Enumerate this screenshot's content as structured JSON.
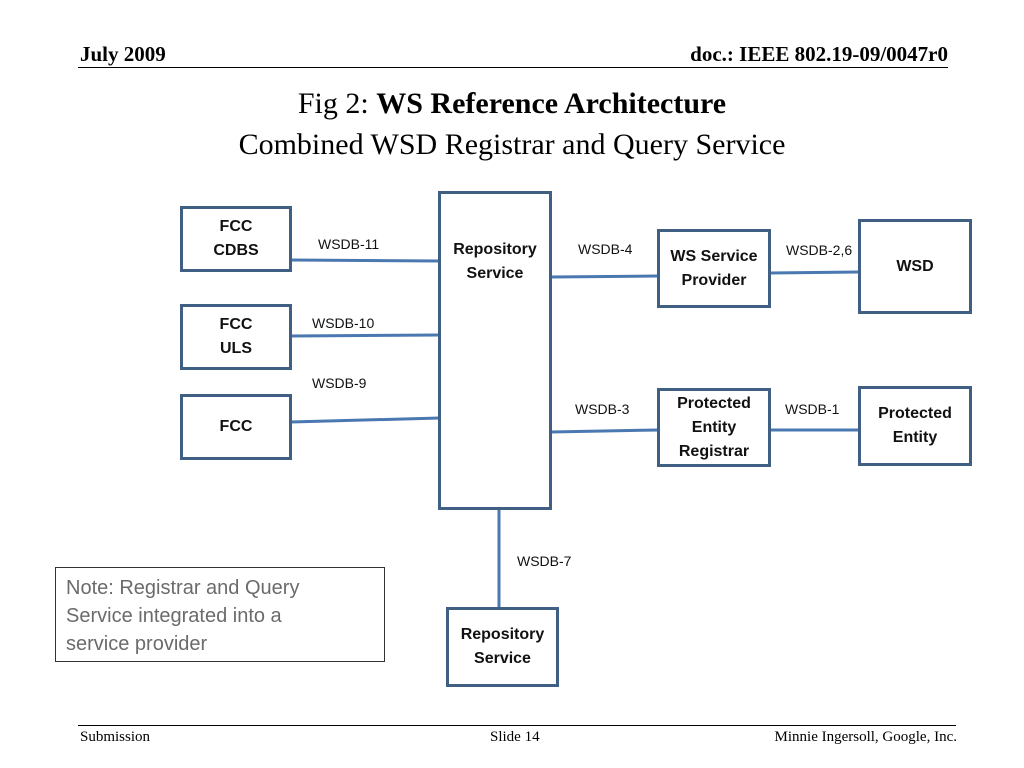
{
  "header": {
    "left": "July 2009",
    "right": "doc.: IEEE 802.19-09/0047r0"
  },
  "title": {
    "prefix": "Fig 2: ",
    "bold": "WS Reference Architecture",
    "line2": "Combined WSD Registrar and Query Service"
  },
  "diagram": {
    "nodes": {
      "fcc_cdbs": "FCC\nCDBS",
      "fcc_uls": "FCC\nULS",
      "fcc": "FCC",
      "repository_main": "Repository\nService",
      "ws_service_provider": "WS Service\nProvider",
      "wsd": "WSD",
      "protected_entity_registrar": "Protected\nEntity\nRegistrar",
      "protected_entity": "Protected\nEntity",
      "repository_bottom": "Repository\nService"
    },
    "links": {
      "wsdb11": "WSDB-11",
      "wsdb10": "WSDB-10",
      "wsdb9": "WSDB-9",
      "wsdb4": "WSDB-4",
      "wsdb26": "WSDB-2,6",
      "wsdb3": "WSDB-3",
      "wsdb1": "WSDB-1",
      "wsdb7": "WSDB-7"
    },
    "note": "Note: Registrar and Query\nService integrated into a\nservice provider",
    "colors": {
      "line": "#4a78b0",
      "box_border": "#3f5f83"
    }
  },
  "footer": {
    "left": "Submission",
    "center": "Slide 14",
    "right": "Minnie Ingersoll, Google, Inc."
  }
}
